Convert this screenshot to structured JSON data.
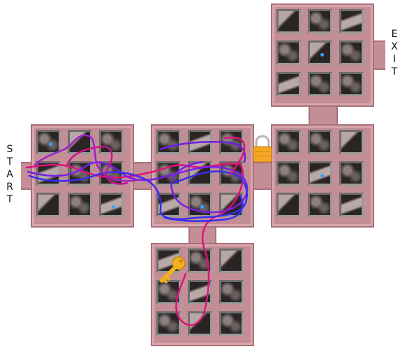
{
  "labels": {
    "start": [
      "S",
      "T",
      "A",
      "R",
      "T"
    ],
    "exit": [
      "E",
      "X",
      "I",
      "T"
    ]
  },
  "rooms": [
    "left-room",
    "center-room",
    "right-room",
    "exit-room",
    "bottom-room"
  ],
  "icons": {
    "lock": "padlock-icon",
    "key": "key-icon"
  },
  "colors": {
    "wall": "#c48e96",
    "tile": "#2a2424",
    "path_purple": "#7a1ee8",
    "path_blue": "#3a2cf0",
    "path_magenta": "#e0117a",
    "marker": "#3fa0ff",
    "lock": "#f5a623",
    "key": "#f2b01e"
  }
}
